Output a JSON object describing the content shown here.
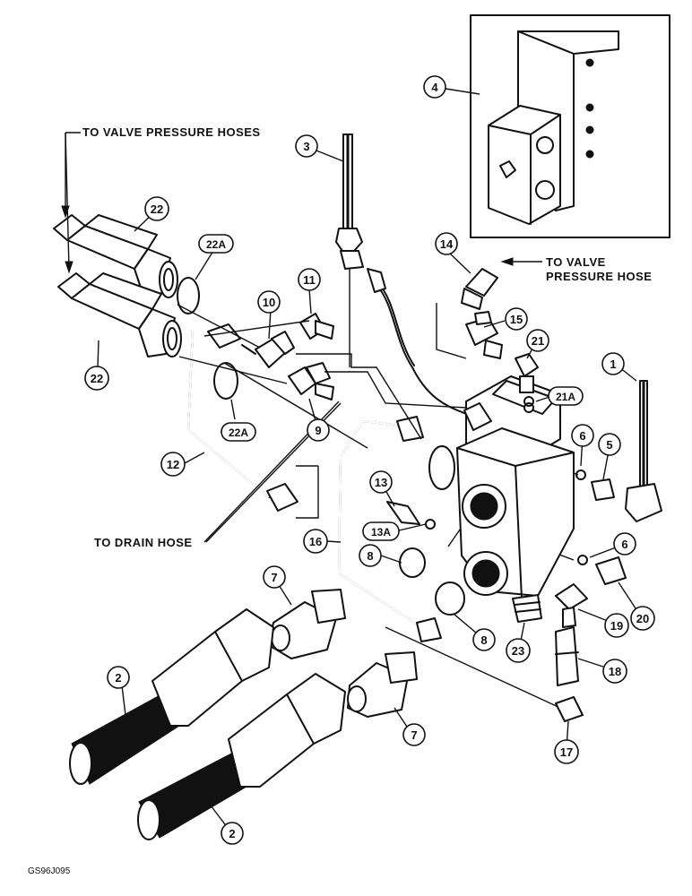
{
  "labels": {
    "valve_pressure_hoses": "TO VALVE PRESSURE HOSES",
    "valve_pressure_hose_line1": "TO VALVE",
    "valve_pressure_hose_line2": "PRESSURE HOSE",
    "drain_hose": "TO DRAIN HOSE"
  },
  "callouts": {
    "c1": "1",
    "c2": "2",
    "c3": "3",
    "c4": "4",
    "c5": "5",
    "c6": "6",
    "c7": "7",
    "c8": "8",
    "c9": "9",
    "c10": "10",
    "c11": "11",
    "c12": "12",
    "c13": "13",
    "c13a": "13A",
    "c14": "14",
    "c15": "15",
    "c16": "16",
    "c17": "17",
    "c18": "18",
    "c19": "19",
    "c20": "20",
    "c21": "21",
    "c21a": "21A",
    "c22": "22",
    "c22a": "22A",
    "c23": "23"
  },
  "figure_code": "GS96J095"
}
